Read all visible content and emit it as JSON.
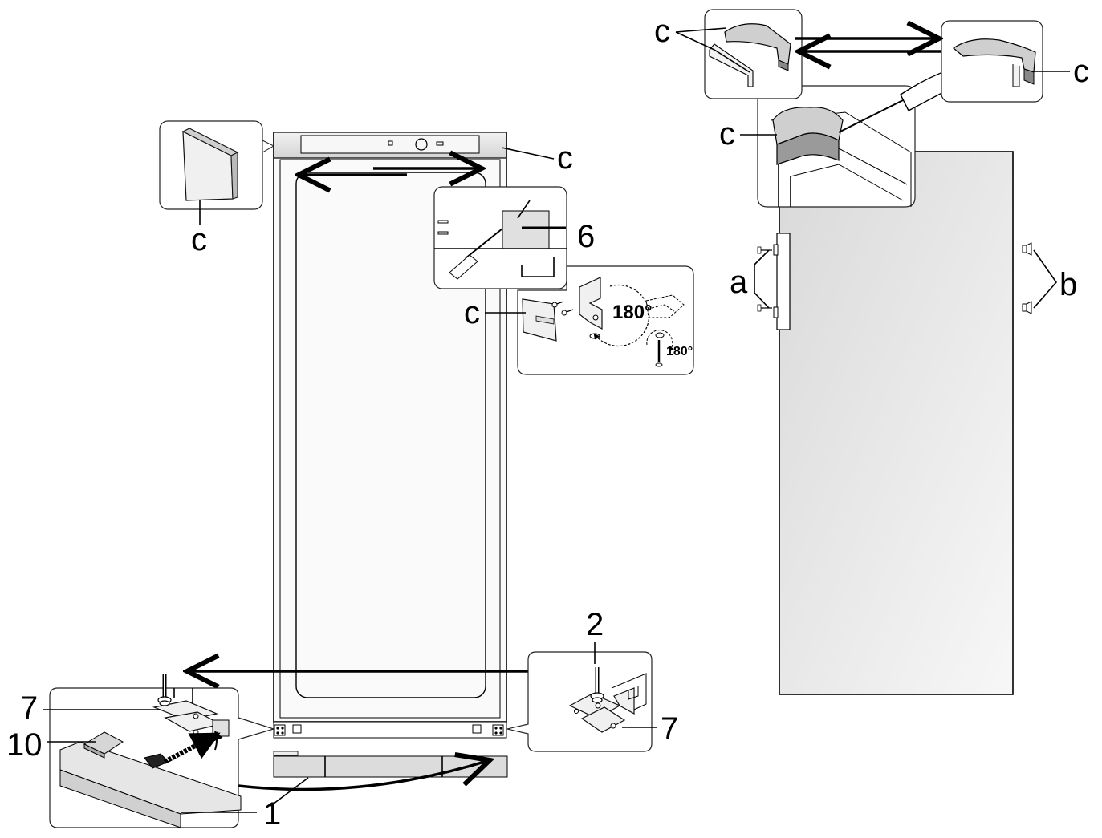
{
  "labels": {
    "c": "c",
    "a": "a",
    "b": "b",
    "n1": "1",
    "n2": "2",
    "n6": "6",
    "n7": "7",
    "n10": "10",
    "rot_large": "180°",
    "rot_small": "180°"
  },
  "colors": {
    "line": "#000000",
    "panel_fill": "#ffffff",
    "door_fill_light": "#f4f4f4",
    "door_fill_dark": "#d6d6d6",
    "part_fill": "#f0f0f0"
  }
}
